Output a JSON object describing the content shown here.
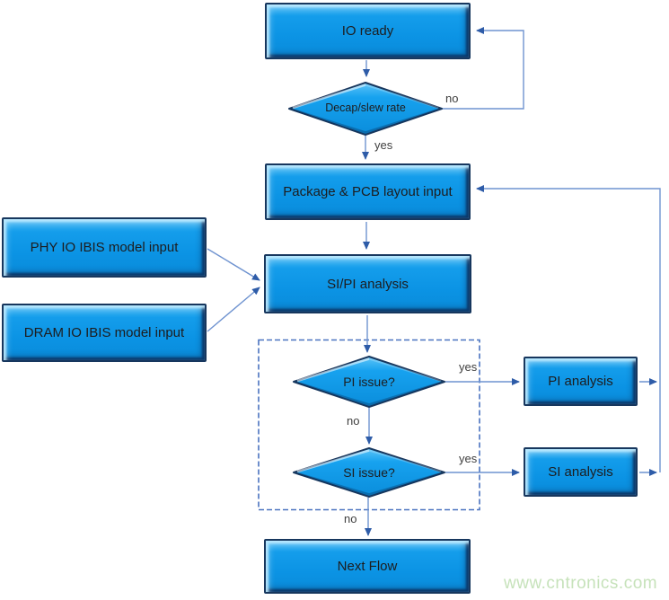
{
  "diagram": {
    "type": "flowchart",
    "colors": {
      "shape_fill": "#0d96e7",
      "shape_fill_highlight": "#57c0f6",
      "shape_border": "#17375e",
      "connector_line": "#6f93d0",
      "arrowhead": "#2e5ca8",
      "dashed_region_border": "#4a73c0",
      "shape_text": "#1d1d1f",
      "edge_label_text": "#3f3f3f",
      "watermark_text": "#c6e2ba"
    },
    "nodes": {
      "io_ready": {
        "label": "IO ready",
        "shape": "process"
      },
      "decap": {
        "label": "Decap/slew rate",
        "shape": "decision"
      },
      "package": {
        "label": "Package & PCB layout input",
        "shape": "process"
      },
      "phy": {
        "label": "PHY IO IBIS model input",
        "shape": "process"
      },
      "dram": {
        "label": "DRAM IO IBIS model input",
        "shape": "process"
      },
      "sipi": {
        "label": "SI/PI analysis",
        "shape": "process"
      },
      "pi_issue": {
        "label": "PI issue?",
        "shape": "decision"
      },
      "si_issue": {
        "label": "SI issue?",
        "shape": "decision"
      },
      "pi_analysis": {
        "label": "PI analysis",
        "shape": "process"
      },
      "si_analysis": {
        "label": "SI analysis",
        "shape": "process"
      },
      "next_flow": {
        "label": "Next Flow",
        "shape": "process"
      }
    },
    "edge_labels": {
      "top_no": "no",
      "top_yes": "yes",
      "pi_yes": "yes",
      "mid_no": "no",
      "si_yes": "yes",
      "bottom_no": "no"
    },
    "edges": [
      "IO ready -> Decap/slew rate",
      "Decap/slew rate -no-> IO ready",
      "Decap/slew rate -yes-> Package & PCB layout input",
      "Package & PCB layout input -> SI/PI analysis",
      "PHY IO IBIS model input -> SI/PI analysis",
      "DRAM IO IBIS model input -> SI/PI analysis",
      "SI/PI analysis -> PI issue?",
      "PI issue? -yes-> PI analysis",
      "PI issue? -no-> SI issue?",
      "SI issue? -yes-> SI analysis",
      "SI issue? -no-> Next Flow",
      "PI analysis -> Package & PCB layout input",
      "SI analysis -> Package & PCB layout input"
    ]
  },
  "watermark": {
    "text": "www.cntronics.com"
  }
}
